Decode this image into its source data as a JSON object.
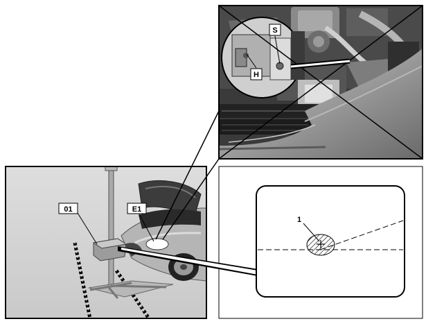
{
  "labels": {
    "device": "01",
    "headlamp": "E1",
    "adjust_screw_h": "H",
    "adjust_screw_s": "S",
    "mark_1": "1"
  },
  "colors": {
    "background": "#ffffff",
    "frame": "#000000",
    "panel_gray": "#d2d2d2",
    "photo_dark": "#2a2a2a",
    "highlight_fill": "#ffffff"
  }
}
